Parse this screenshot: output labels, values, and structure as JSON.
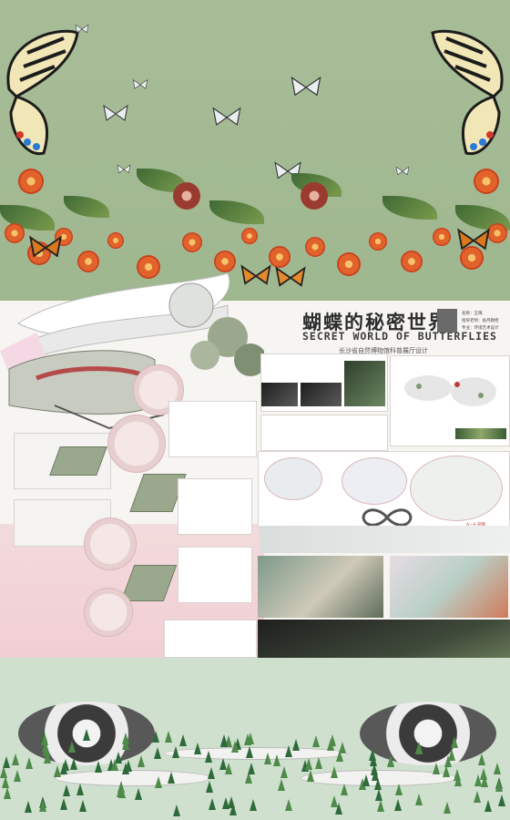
{
  "poster": {
    "title_cn": "蝴蝶的秘密世界",
    "title_en": "SECRET WORLD OF BUTTERFLIES",
    "subtitle": "长沙省自然博物馆科普展厅设计",
    "meta": [
      "名称：王璐",
      "指导老师：张月教授",
      "专业：环境艺术设计"
    ],
    "section_label": "A—A 剖面"
  },
  "colors": {
    "banner": "#a9bf9a",
    "poster_bg": "#f7f5f2",
    "accent_pink": "#f0c6cf",
    "accent_green": "#7d9a6e",
    "flower_orange": "#e2622c"
  },
  "icons": [
    "butterfly-icon",
    "flower-icon",
    "tree-icon",
    "eye-icon"
  ]
}
